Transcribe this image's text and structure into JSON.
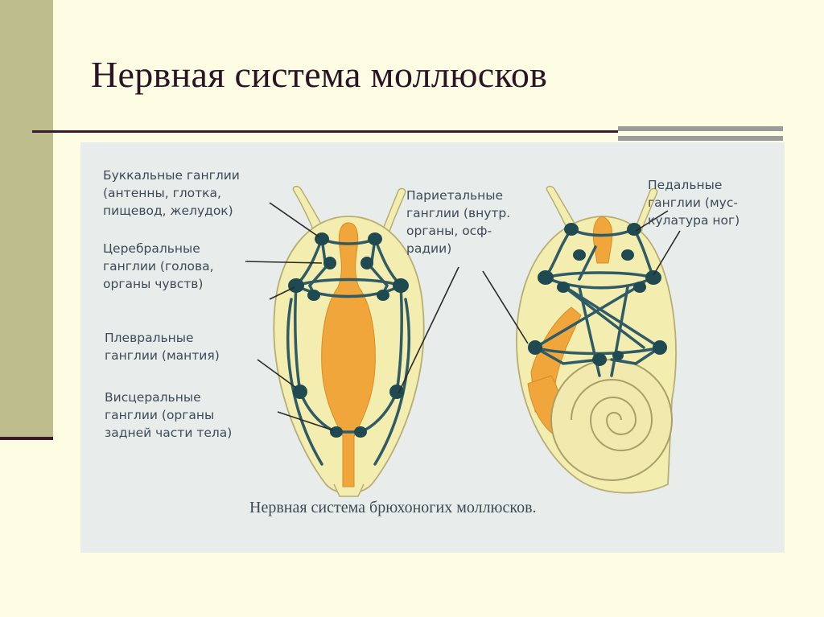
{
  "slide": {
    "title": "Нервная система моллюсков"
  },
  "figure": {
    "labels": {
      "buccal": "Буккальные ганглии\n(антенны, глотка,\nпищевод, желудок)",
      "cerebral": "Церебральные\nганглии (голова,\nорганы чувств)",
      "pleural": "Плевральные\nганглии (мантия)",
      "visceral": "Висцеральные\nганглии (органы\nзадней части тела)",
      "parietal": "Париетальные\nганглии (внутр.\nорганы, осф-\nрадии)",
      "pedal": "Педальные\nганглии (мус-\nкулатура ног)"
    },
    "caption": "Нервная система брюхоногих моллюсков.",
    "colors": {
      "body": "#f3edb0",
      "body_outline": "#b7ad75",
      "gut": "#f0a63a",
      "ganglion": "#1f4a52",
      "nerve": "#2f5b66",
      "shell": "#f1e9ae",
      "shell_line": "#a89f6a",
      "pointer": "#2a2a2a"
    }
  }
}
